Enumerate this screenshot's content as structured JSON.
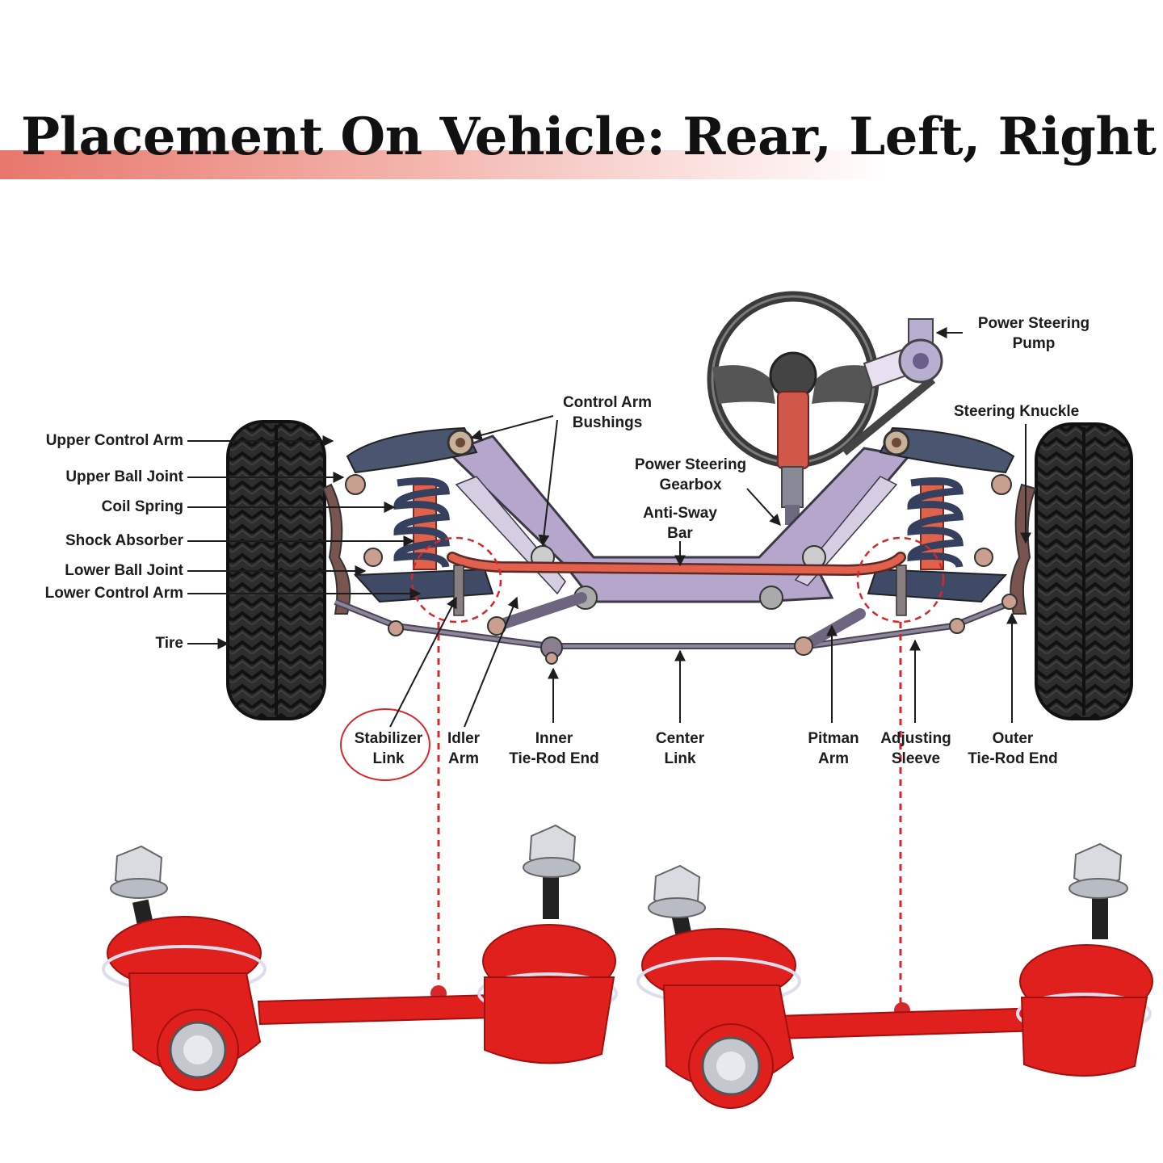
{
  "title": "Placement On Vehicle: Rear, Left, Right",
  "colors": {
    "accent_red": "#d6272b",
    "frame_purple": "#b7a6cc",
    "arm_navy": "#4a5570",
    "tire": "#2a2a2a",
    "title_bar": "#e8776c",
    "part_red": "#e0201c"
  },
  "labels_left": {
    "upper_control_arm": "Upper Control Arm",
    "upper_ball_joint": "Upper Ball Joint",
    "coil_spring": "Coil Spring",
    "shock_absorber": "Shock Absorber",
    "lower_ball_joint": "Lower Ball Joint",
    "lower_control_arm": "Lower Control Arm",
    "tire": "Tire"
  },
  "labels_top": {
    "control_arm_bushings": [
      "Control Arm",
      "Bushings"
    ],
    "power_steering_gearbox": [
      "Power Steering",
      "Gearbox"
    ],
    "anti_sway_bar": [
      "Anti-Sway",
      "Bar"
    ],
    "power_steering_pump": [
      "Power Steering",
      "Pump"
    ],
    "steering_knuckle": "Steering Knuckle"
  },
  "labels_bottom": {
    "stabilizer_link": [
      "Stabilizer",
      "Link"
    ],
    "idler_arm": [
      "Idler",
      "Arm"
    ],
    "inner_tie_rod_end": [
      "Inner",
      "Tie-Rod End"
    ],
    "center_link": [
      "Center",
      "Link"
    ],
    "pitman_arm": [
      "Pitman",
      "Arm"
    ],
    "adjusting_sleeve": [
      "Adjusting",
      "Sleeve"
    ],
    "outer_tie_rod_end": [
      "Outer",
      "Tie-Rod End"
    ]
  },
  "icons": [
    "steering-wheel-icon",
    "tire-icon",
    "coil-spring-icon",
    "stabilizer-link-product-icon"
  ]
}
